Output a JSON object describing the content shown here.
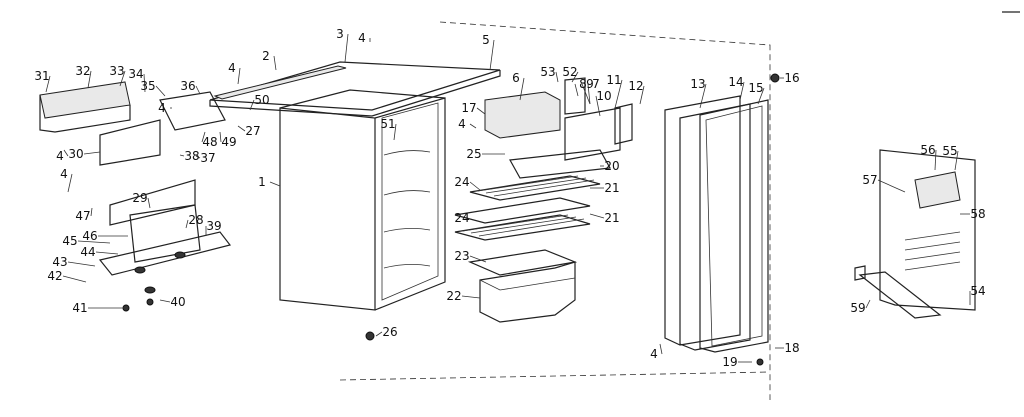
{
  "diagram": {
    "labels": [
      "1",
      "2",
      "3",
      "4",
      "5",
      "6",
      "7",
      "8",
      "9",
      "10",
      "11",
      "12",
      "13",
      "14",
      "15",
      "16",
      "17",
      "18",
      "19",
      "20",
      "21",
      "22",
      "23",
      "24",
      "25",
      "26",
      "27",
      "28",
      "29",
      "30",
      "31",
      "32",
      "33",
      "34",
      "35",
      "36",
      "37",
      "38",
      "39",
      "40",
      "41",
      "42",
      "43",
      "44",
      "45",
      "46",
      "47",
      "48",
      "49",
      "50",
      "51",
      "52",
      "53",
      "54",
      "55",
      "56",
      "57",
      "58",
      "59"
    ]
  }
}
